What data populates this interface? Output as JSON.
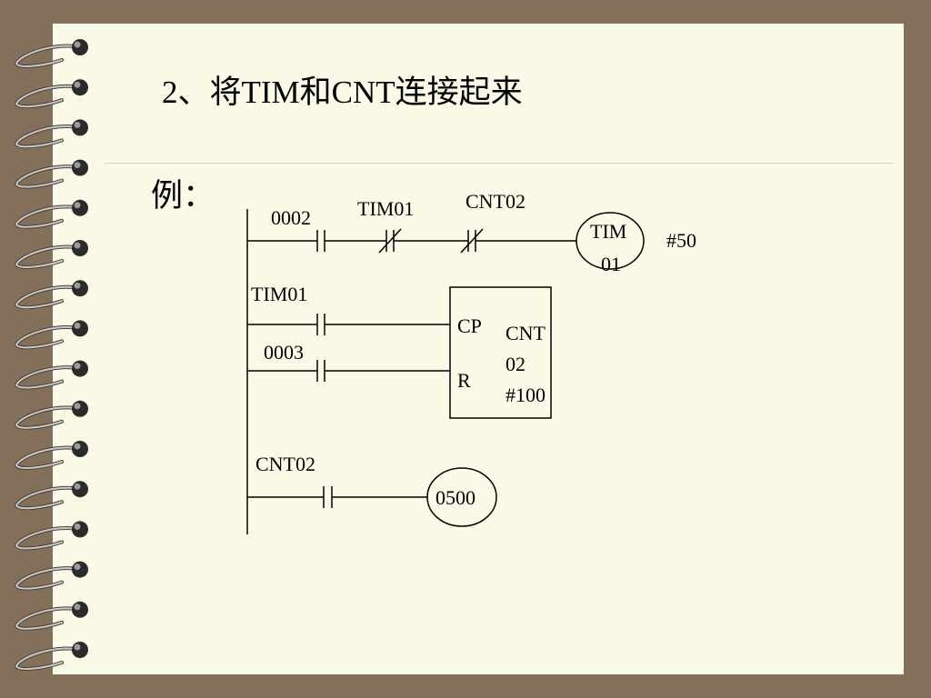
{
  "slide": {
    "title": "2、将TIM和CNT连接起来",
    "example_label": "例："
  },
  "ladder": {
    "rung1": {
      "contact1_label": "0002",
      "contact2_label": "TIM01",
      "contact3_label": "CNT02",
      "coil_label_line1": "TIM",
      "coil_label_line2": "01",
      "preset": "#50"
    },
    "rung2": {
      "contact1_label": "TIM01",
      "contact2_label": "0003",
      "counter_input_cp": "CP",
      "counter_input_r": "R",
      "counter_label_line1": "CNT",
      "counter_label_line2": "02",
      "counter_preset": "#100"
    },
    "rung3": {
      "contact_label": "CNT02",
      "coil_label": "0500"
    }
  },
  "colors": {
    "frame": "#84705a",
    "page": "#fafae6",
    "ink": "#000000"
  }
}
